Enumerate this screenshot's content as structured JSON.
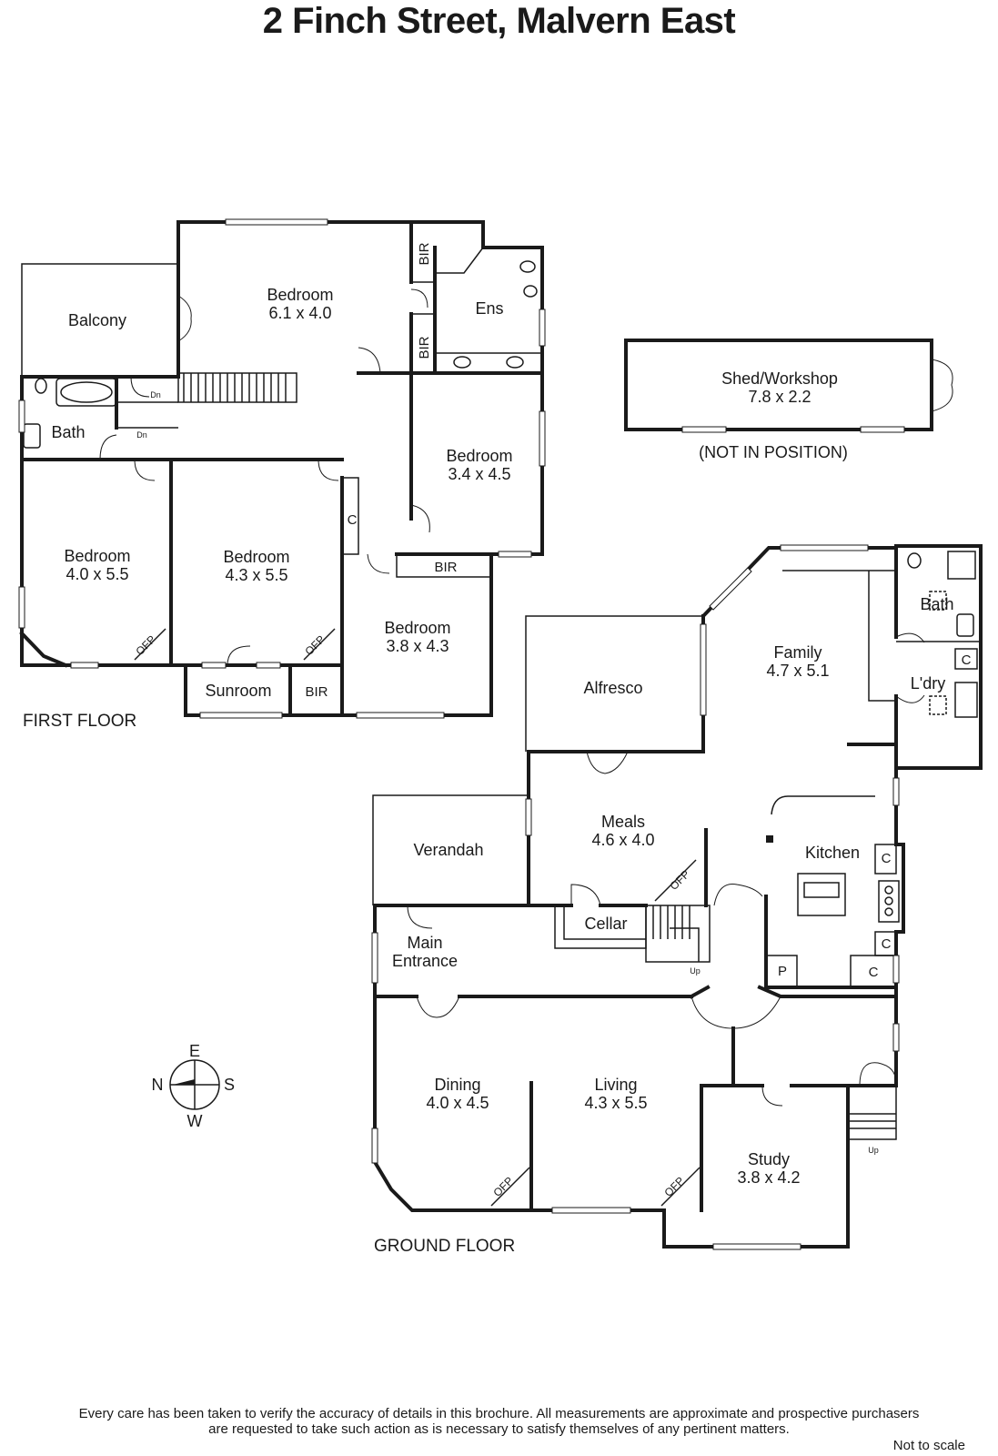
{
  "title": "2 Finch Street, Malvern East",
  "first_floor": {
    "label": "FIRST FLOOR",
    "rooms": {
      "balcony": "Balcony",
      "bedroom_main_name": "Bedroom",
      "bedroom_main_dim": "6.1 x 4.0",
      "ens": "Ens",
      "bir_a": "BIR",
      "bir_b": "BIR",
      "bath": "Bath",
      "dn_a": "Dn",
      "dn_b": "Dn",
      "bedroom_e_name": "Bedroom",
      "bedroom_e_dim": "3.4 x 4.5",
      "c": "C",
      "bir_c": "BIR",
      "bedroom_w_name": "Bedroom",
      "bedroom_w_dim": "4.0 x 5.5",
      "bedroom_m_name": "Bedroom",
      "bedroom_m_dim": "4.3 x 5.5",
      "bedroom_s_name": "Bedroom",
      "bedroom_s_dim": "3.8 x 4.3",
      "sunroom": "Sunroom",
      "bir_d": "BIR",
      "ofp_a": "OFP",
      "ofp_b": "OFP"
    }
  },
  "shed": {
    "name": "Shed/Workshop",
    "dim": "7.8 x 2.2",
    "note": "(NOT IN POSITION)"
  },
  "ground_floor": {
    "label": "GROUND FLOOR",
    "rooms": {
      "alfresco": "Alfresco",
      "family_name": "Family",
      "family_dim": "4.7 x 5.1",
      "bath": "Bath",
      "c_ldry": "C",
      "ldry": "L'dry",
      "verandah": "Verandah",
      "meals_name": "Meals",
      "meals_dim": "4.6 x 4.0",
      "kitchen": "Kitchen",
      "c_k1": "C",
      "c_k2": "C",
      "c_k3": "C",
      "p": "P",
      "cellar": "Cellar",
      "up_a": "Up",
      "up_b": "Up",
      "main_entrance_1": "Main",
      "main_entrance_2": "Entrance",
      "dining_name": "Dining",
      "dining_dim": "4.0 x 4.5",
      "living_name": "Living",
      "living_dim": "4.3 x 5.5",
      "study_name": "Study",
      "study_dim": "3.8 x 4.2",
      "ofp_a": "OFP",
      "ofp_b": "OFP",
      "ofp_c": "OFP"
    }
  },
  "compass": {
    "e": "E",
    "n": "N",
    "s": "S",
    "w": "W"
  },
  "disclaimer_1": "Every care has been taken to verify the accuracy of details in this brochure.  All measurements are approximate and prospective purchasers",
  "disclaimer_2": "are requested to take such action as is necessary to satisfy themselves of any pertinent matters.",
  "not_to_scale": "Not to scale"
}
